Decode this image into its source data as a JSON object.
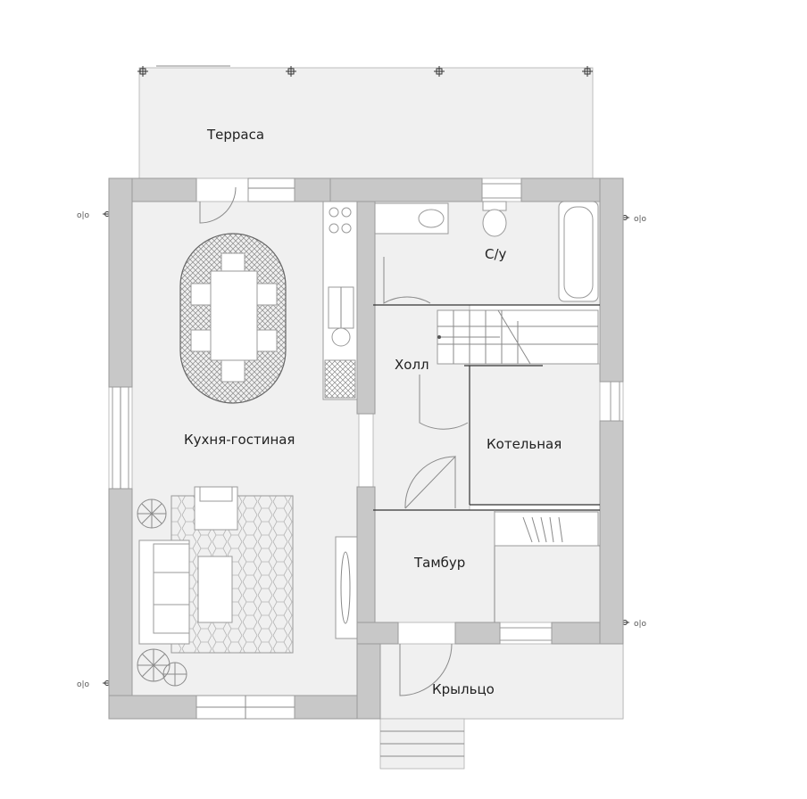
{
  "rooms": {
    "terrace": "Терраса",
    "bathroom": "С/у",
    "hall": "Холл",
    "kitchen_living": "Кухня-гостиная",
    "boiler_room": "Котельная",
    "vestibule": "Тамбур",
    "porch": "Крыльцо"
  },
  "colors": {
    "wall": "#c8c8c8",
    "floor": "#f0f0f0",
    "line": "#333333"
  }
}
